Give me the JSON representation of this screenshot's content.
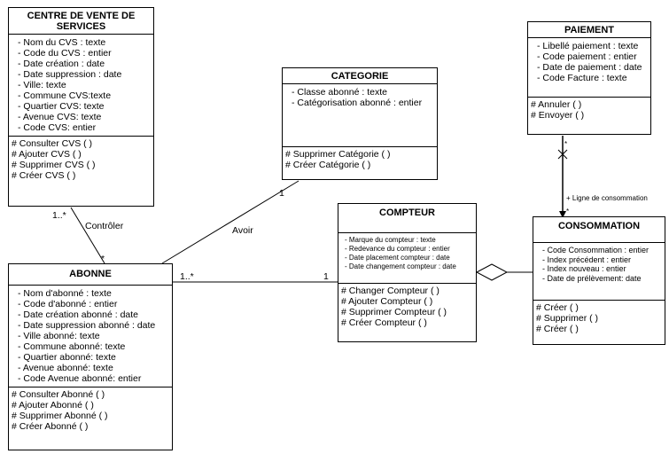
{
  "classes": {
    "cvs": {
      "name": "CENTRE DE VENTE DE SERVICES",
      "attributes": [
        "- Nom du CVS : texte",
        "- Code du CVS : entier",
        "- Date création : date",
        "- Date suppression : date",
        "- Ville: texte",
        "- Commune CVS:texte",
        "- Quartier CVS: texte",
        "- Avenue CVS: texte",
        "- Code CVS: entier"
      ],
      "operations": [
        "# Consulter CVS ( )",
        "# Ajouter CVS ( )",
        "# Supprimer CVS ( )",
        "# Créer CVS ( )"
      ]
    },
    "categorie": {
      "name": "CATEGORIE",
      "attributes": [
        "- Classe abonné : texte",
        "- Catégorisation abonné : entier"
      ],
      "operations": [
        "# Supprimer Catégorie ( )",
        "# Créer Catégorie ( )"
      ]
    },
    "paiement": {
      "name": "PAIEMENT",
      "attributes": [
        "- Libellé paiement : texte",
        "- Code paiement : entier",
        "- Date de paiement : date",
        "- Code Facture : texte"
      ],
      "operations": [
        "# Annuler ( )",
        "# Envoyer ( )"
      ]
    },
    "abonne": {
      "name": "ABONNE",
      "attributes": [
        "- Nom d'abonné : texte",
        "- Code d'abonné : entier",
        "- Date création abonné : date",
        "- Date suppression abonné : date",
        "- Ville abonné: texte",
        "- Commune abonné: texte",
        "- Quartier abonné: texte",
        "- Avenue abonné: texte",
        "- Code Avenue abonné: entier"
      ],
      "operations": [
        "# Consulter Abonné ( )",
        "# Ajouter Abonné ( )",
        "# Supprimer Abonné ( )",
        "# Créer Abonné ( )"
      ]
    },
    "compteur": {
      "name": "COMPTEUR",
      "attributes": [
        "- Marque du compteur : texte",
        "- Redevance du compteur : entier",
        "- Date placement compteur : date",
        "- Date changement compteur : date"
      ],
      "operations": [
        "# Changer Compteur ( )",
        "# Ajouter Compteur ( )",
        "# Supprimer Compteur ( )",
        "# Créer Compteur ( )"
      ]
    },
    "consommation": {
      "name": "CONSOMMATION",
      "attributes": [
        "- Code Consommation : entier",
        "- Index précédent : entier",
        "- Index nouveau : entier",
        "- Date de prélèvement: date"
      ],
      "operations": [
        "# Créer ( )",
        "# Supprimer ( )",
        "# Créer ( )"
      ]
    }
  },
  "associations": {
    "controler": {
      "label": "Contrôler",
      "mult_cvs": "1..*",
      "mult_abonne": "*"
    },
    "avoir": {
      "label": "Avoir",
      "mult_categorie": "1"
    },
    "abonne_compteur": {
      "mult_abonne": "1..*",
      "mult_compteur": "1"
    },
    "ligne": {
      "label": "+ Ligne de consommation",
      "mult_paiement": "*",
      "mult_consommation": "*"
    }
  }
}
